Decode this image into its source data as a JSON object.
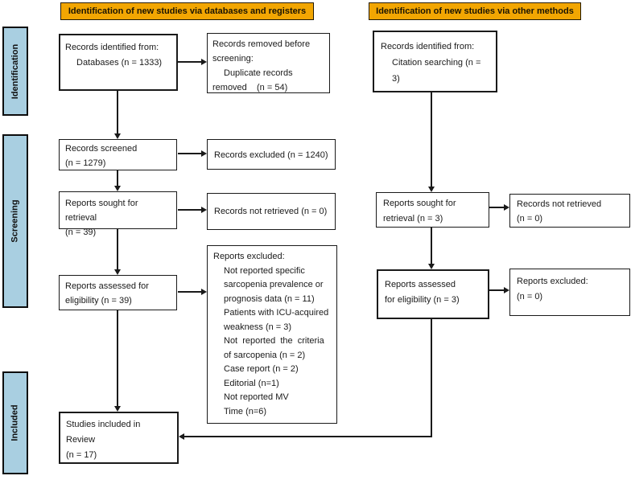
{
  "headers": {
    "left": "Identification of new studies via databases and registers",
    "right": "Identification of new studies via other methods"
  },
  "sidebar": {
    "identification": "Identification",
    "screening": "Screening",
    "included": "Included"
  },
  "boxes": {
    "db_identified": {
      "line1": "Records identified from:",
      "line2": "Databases (n = 1333)"
    },
    "removed_before": {
      "line1": "Records removed before",
      "line2": "screening:",
      "line3": "Duplicate records",
      "line4": "removed    (n = 54)"
    },
    "records_screened": {
      "line1": "Records screened",
      "line2": "(n = 1279)"
    },
    "records_excluded": {
      "line1": "Records excluded (n = 1240)"
    },
    "sought_left": {
      "line1": "Reports sought for retrieval",
      "line2": "(n = 39)"
    },
    "not_retrieved_left": {
      "line1": "Records not retrieved (n = 0)"
    },
    "assessed_left": {
      "line1": "Reports assessed for",
      "line2": "eligibility (n = 39)"
    },
    "reports_excluded_big": {
      "title": "Reports excluded:",
      "reasons": [
        "Not reported specific",
        "sarcopenia prevalence or",
        "prognosis data (n = 11)",
        "Patients with ICU-acquired",
        "weakness (n = 3)",
        "Not  reported  the  criteria",
        "of sarcopenia (n = 2)",
        "Case report (n = 2)",
        "Editorial (n=1)",
        "Not reported MV",
        "Time (n=6)"
      ]
    },
    "included_review": {
      "line1": "Studies included in Review",
      "line2": "(n = 17)"
    },
    "citation_identified": {
      "line1": "Records identified from:",
      "line2": "Citation searching (n = 3)"
    },
    "sought_right": {
      "line1": "Reports sought for",
      "line2": "retrieval (n = 3)"
    },
    "not_retrieved_right": {
      "line1": "Records not retrieved",
      "line2": "(n = 0)"
    },
    "assessed_right": {
      "line1": "Reports assessed",
      "line2": "for eligibility (n = 3)"
    },
    "excluded_right": {
      "line1": "Reports excluded:",
      "line2": "(n = 0)"
    }
  },
  "colors": {
    "header_bg": "#F2A602",
    "header_border": "#231A02",
    "header_text": "#1A1403",
    "sidebar_bg": "#A9CFE1",
    "line": "#1A1A1A"
  }
}
